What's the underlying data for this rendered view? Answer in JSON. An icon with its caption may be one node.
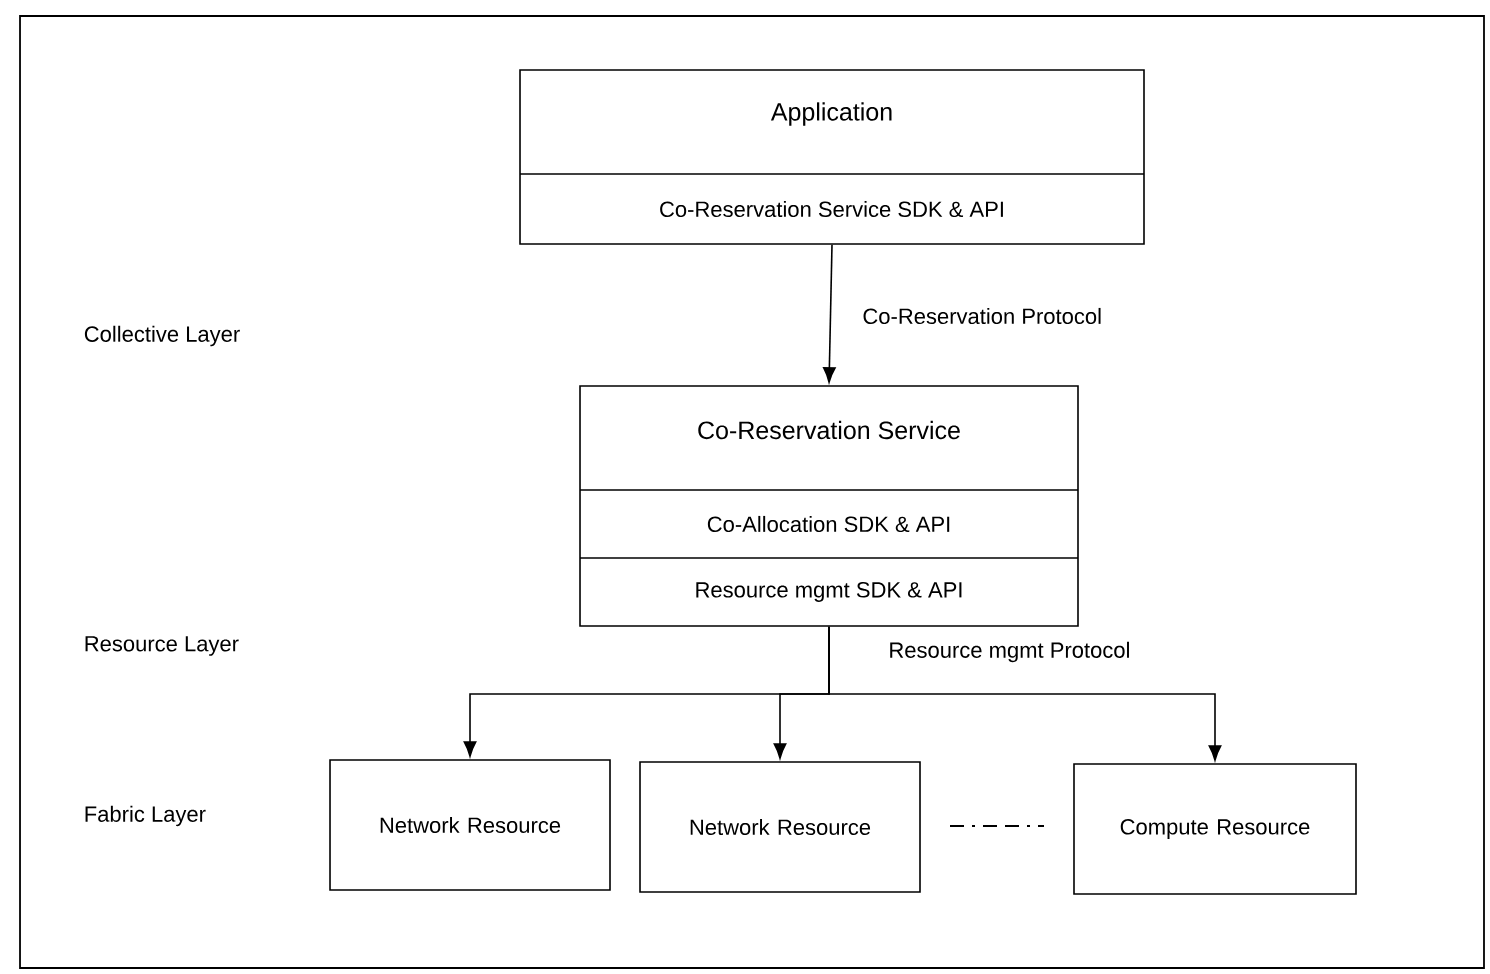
{
  "diagram": {
    "nodes": [
      {
        "text": [
          "Application",
          "Co-Reservation Service SDK & API"
        ]
      },
      {
        "text": [
          "Co-Reservation Service",
          "Co-Allocation SDK & API",
          "Resource mgmt SDK & API"
        ]
      },
      {
        "text": [
          "Network Resource"
        ]
      },
      {
        "text": [
          "Network Resource"
        ]
      },
      {
        "text": [
          "Compute Resource"
        ]
      }
    ],
    "edges": [
      {
        "from": 0,
        "to": 1,
        "arrow": "to",
        "label": "Co-Reservation Protocol"
      },
      {
        "from": 1,
        "to": 2,
        "arrow": "to",
        "label": "Resource mgmt Protocol"
      },
      {
        "from": 1,
        "to": 3,
        "arrow": "to"
      },
      {
        "from": 1,
        "to": 4,
        "arrow": "to"
      }
    ],
    "labels": [
      "Collective Layer",
      "Resource Layer",
      "Fabric Layer"
    ]
  }
}
